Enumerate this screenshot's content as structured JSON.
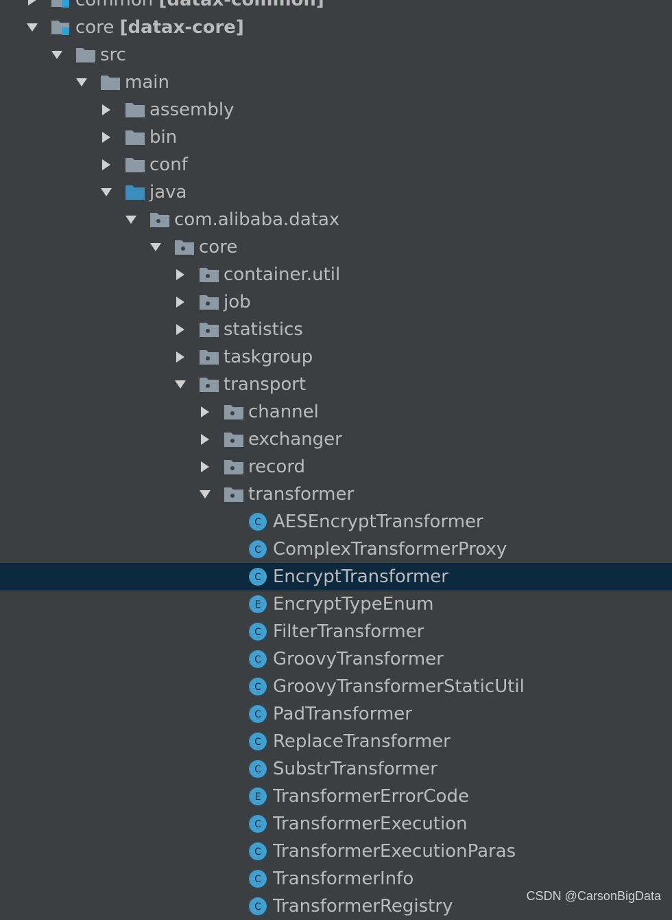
{
  "colors": {
    "background": "#3c3f41",
    "selection": "#0d293e",
    "text": "#bbbbbb",
    "folder": "#8c9aa5",
    "source_folder": "#3a8dbf",
    "class_badge": "#3f9fd1"
  },
  "tree": {
    "rows": [
      {
        "label": "common",
        "suffix": "[datax-common]",
        "icon": "module-icon",
        "arrow": "collapsed",
        "depth": 0
      },
      {
        "label": "core",
        "suffix": "[datax-core]",
        "icon": "module-icon",
        "arrow": "expanded",
        "depth": 0
      },
      {
        "label": "src",
        "icon": "folder-icon",
        "arrow": "expanded",
        "depth": 1
      },
      {
        "label": "main",
        "icon": "folder-icon",
        "arrow": "expanded",
        "depth": 2
      },
      {
        "label": "assembly",
        "icon": "folder-icon",
        "arrow": "collapsed",
        "depth": 3
      },
      {
        "label": "bin",
        "icon": "folder-icon",
        "arrow": "collapsed",
        "depth": 3
      },
      {
        "label": "conf",
        "icon": "folder-icon",
        "arrow": "collapsed",
        "depth": 3
      },
      {
        "label": "java",
        "icon": "source-folder-icon",
        "arrow": "expanded",
        "depth": 3
      },
      {
        "label": "com.alibaba.datax",
        "icon": "package-icon",
        "arrow": "expanded",
        "depth": 4
      },
      {
        "label": "core",
        "icon": "package-icon",
        "arrow": "expanded",
        "depth": 5
      },
      {
        "label": "container.util",
        "icon": "package-icon",
        "arrow": "collapsed",
        "depth": 6
      },
      {
        "label": "job",
        "icon": "package-icon",
        "arrow": "collapsed",
        "depth": 6
      },
      {
        "label": "statistics",
        "icon": "package-icon",
        "arrow": "collapsed",
        "depth": 6
      },
      {
        "label": "taskgroup",
        "icon": "package-icon",
        "arrow": "collapsed",
        "depth": 6
      },
      {
        "label": "transport",
        "icon": "package-icon",
        "arrow": "expanded",
        "depth": 6
      },
      {
        "label": "channel",
        "icon": "package-icon",
        "arrow": "collapsed",
        "depth": 7
      },
      {
        "label": "exchanger",
        "icon": "package-icon",
        "arrow": "collapsed",
        "depth": 7
      },
      {
        "label": "record",
        "icon": "package-icon",
        "arrow": "collapsed",
        "depth": 7
      },
      {
        "label": "transformer",
        "icon": "package-icon",
        "arrow": "expanded",
        "depth": 7
      },
      {
        "label": "AESEncryptTransformer",
        "icon": "class-icon",
        "badge": "C",
        "arrow": "none",
        "depth": 8
      },
      {
        "label": "ComplexTransformerProxy",
        "icon": "class-icon",
        "badge": "C",
        "arrow": "none",
        "depth": 8
      },
      {
        "label": "EncryptTransformer",
        "icon": "class-icon",
        "badge": "C",
        "arrow": "none",
        "depth": 8,
        "selected": true
      },
      {
        "label": "EncryptTypeEnum",
        "icon": "enum-icon",
        "badge": "E",
        "arrow": "none",
        "depth": 8
      },
      {
        "label": "FilterTransformer",
        "icon": "class-icon",
        "badge": "C",
        "arrow": "none",
        "depth": 8
      },
      {
        "label": "GroovyTransformer",
        "icon": "class-icon",
        "badge": "C",
        "arrow": "none",
        "depth": 8
      },
      {
        "label": "GroovyTransformerStaticUtil",
        "icon": "class-icon",
        "badge": "C",
        "arrow": "none",
        "depth": 8
      },
      {
        "label": "PadTransformer",
        "icon": "class-icon",
        "badge": "C",
        "arrow": "none",
        "depth": 8
      },
      {
        "label": "ReplaceTransformer",
        "icon": "class-icon",
        "badge": "C",
        "arrow": "none",
        "depth": 8
      },
      {
        "label": "SubstrTransformer",
        "icon": "class-icon",
        "badge": "C",
        "arrow": "none",
        "depth": 8
      },
      {
        "label": "TransformerErrorCode",
        "icon": "enum-icon",
        "badge": "E",
        "arrow": "none",
        "depth": 8
      },
      {
        "label": "TransformerExecution",
        "icon": "class-icon",
        "badge": "C",
        "arrow": "none",
        "depth": 8
      },
      {
        "label": "TransformerExecutionParas",
        "icon": "class-icon",
        "badge": "C",
        "arrow": "none",
        "depth": 8
      },
      {
        "label": "TransformerInfo",
        "icon": "class-icon",
        "badge": "C",
        "arrow": "none",
        "depth": 8
      },
      {
        "label": "TransformerRegistry",
        "icon": "class-icon",
        "badge": "C",
        "arrow": "none",
        "depth": 8
      }
    ]
  },
  "watermark": "CSDN @CarsonBigData"
}
